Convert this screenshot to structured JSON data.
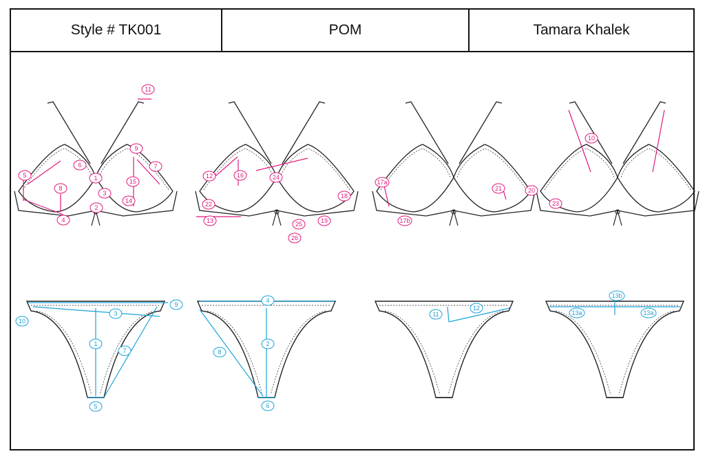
{
  "header": {
    "style_label": "Style # TK001",
    "pom_label": "POM",
    "designer_label": "Tamara Khalek"
  },
  "colors": {
    "top_callouts": "#e0197d",
    "bottom_callouts": "#1aa3d9",
    "line": "#222222"
  },
  "top_callouts": [
    "1",
    "2",
    "3",
    "4",
    "5",
    "6",
    "7",
    "8",
    "9",
    "11",
    "12",
    "13",
    "14",
    "15",
    "16",
    "17a",
    "17b",
    "18",
    "19",
    "20",
    "21",
    "22",
    "23",
    "24",
    "25",
    "26",
    "10"
  ],
  "bottom_callouts": [
    "1",
    "2",
    "3",
    "4",
    "5",
    "6",
    "7",
    "8",
    "9",
    "10",
    "11",
    "12",
    "13a",
    "13b",
    "13a"
  ]
}
